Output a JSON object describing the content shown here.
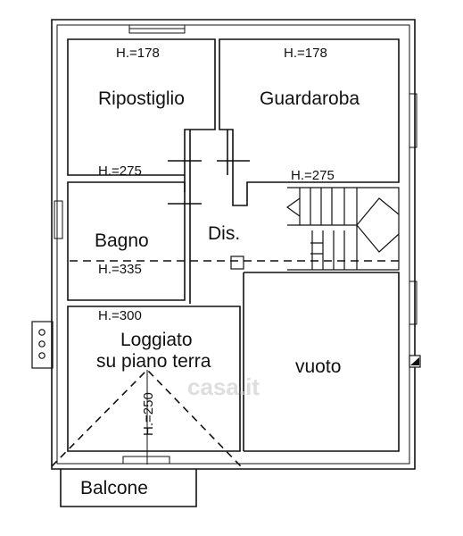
{
  "rooms": {
    "ripostiglio": "Ripostiglio",
    "guardaroba": "Guardaroba",
    "bagno": "Bagno",
    "dis": "Dis.",
    "loggiato_line1": "Loggiato",
    "loggiato_line2": "su piano terra",
    "vuoto": "vuoto",
    "balcone": "Balcone"
  },
  "heights": {
    "ripostiglio_top": "H.=178",
    "guardaroba_top": "H.=178",
    "ripostiglio_bottom": "H.=275",
    "stairs_top": "H.=275",
    "bagno": "H.=335",
    "loggiato": "H.=300",
    "loggiato_vertical": "H.=250"
  },
  "watermark": "casa.it",
  "colors": {
    "line": "#111111",
    "background": "#ffffff",
    "watermark": "#d7d7d7"
  }
}
